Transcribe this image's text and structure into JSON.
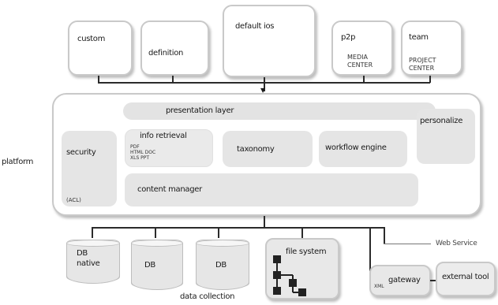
{
  "top_modules": {
    "custom": "custom",
    "definition": "definition",
    "default_ios": "default ios",
    "p2p": "p2p",
    "media_center": "MEDIA\nCENTER",
    "team": "team",
    "project_center": "PROJECT\nCENTER"
  },
  "platform": {
    "label": "platform",
    "presentation_layer": "presentation layer",
    "personalize": "personalize",
    "security": "security",
    "security_sub": "(ACL)",
    "info_retrieval": "info retrieval",
    "info_retrieval_sub": "PDF\nHTML DOC\nXLS PPT",
    "taxonomy": "taxonomy",
    "workflow_engine": "workflow engine",
    "content_manager": "content manager"
  },
  "bottom": {
    "db_native": "DB\nnative",
    "db2": "DB",
    "db3": "DB",
    "data_collection": "data collection",
    "file_system": "file system",
    "web_service": "Web Service",
    "gateway": "gateway",
    "gateway_prefix": "XML",
    "external_tool": "external tool"
  },
  "colors": {
    "box_border": "#c9c9c9",
    "inner_fill": "#e5e5e5",
    "line": "#2b2b2b"
  }
}
